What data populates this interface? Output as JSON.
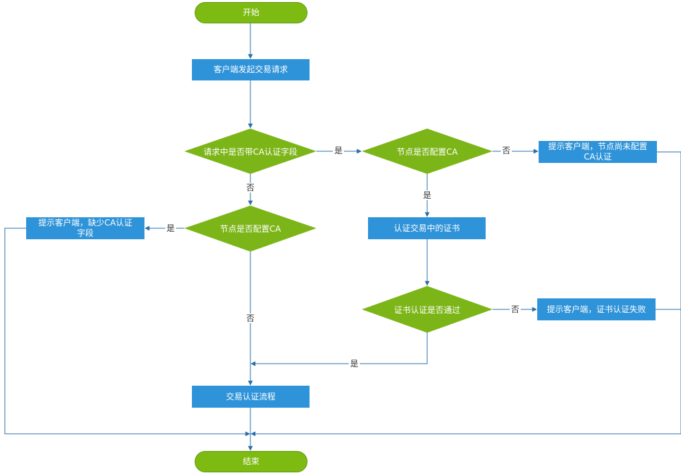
{
  "nodes": {
    "start": "开始",
    "client_request": "客户端发起交易请求",
    "q_has_ca_field": "请求中是否带CA认证字段",
    "q_node_ca_right": "节点是否配置CA",
    "tip_node_no_ca": "提示客户端，节点尚未配置CA认证",
    "q_node_ca_left": "节点是否配置CA",
    "tip_missing_ca": "提示客户端，缺少CA认证字段",
    "verify_cert": "认证交易中的证书",
    "q_cert_pass": "证书认证是否通过",
    "tip_cert_fail": "提示客户端，证书认证失败",
    "tx_auth_flow": "交易认证流程",
    "end": "结束"
  },
  "edges": {
    "yes_to_right_diamond": "是",
    "no_to_tip_no_ca": "否",
    "no_down_from_ca_field": "否",
    "yes_to_missing_field": "是",
    "yes_down_to_verify": "是",
    "no_to_cert_fail": "否",
    "no_down_to_flow": "否",
    "yes_cert_pass": "是"
  },
  "colors": {
    "terminal": "#7dbb13",
    "process": "#2e93d8",
    "decision": "#7cb518",
    "connector": "#2a6fa8"
  }
}
